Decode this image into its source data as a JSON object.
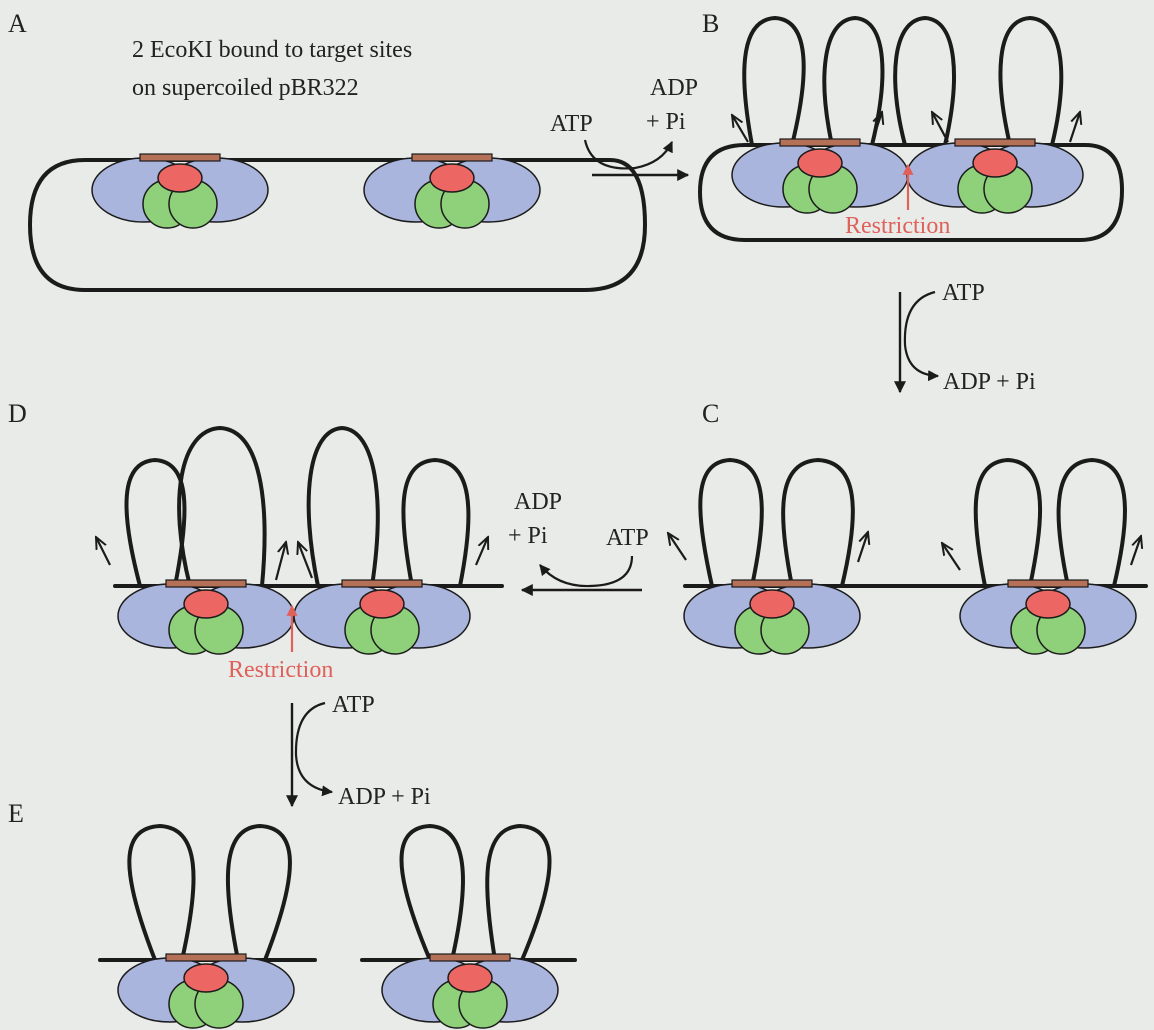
{
  "panels": {
    "A": "A",
    "B": "B",
    "C": "C",
    "D": "D",
    "E": "E"
  },
  "caption_line1": "2 EcoKI bound to target sites",
  "caption_line2": "on supercoiled pBR322",
  "reactions": {
    "ab_atp": "ATP",
    "ab_adp": "ADP",
    "ab_pi": "+ Pi",
    "bc_atp": "ATP",
    "bc_adp": "ADP + Pi",
    "cd_atp": "ATP",
    "cd_adp": "ADP",
    "cd_pi": "+ Pi",
    "de_atp": "ATP",
    "de_adp": "ADP + Pi"
  },
  "restriction_b": "Restriction",
  "restriction_d": "Restriction",
  "colors": {
    "background": "#e9ebe8",
    "dna": "#1b1b1b",
    "subunit_blue": "#a9b5dc",
    "subunit_green": "#8fd07a",
    "subunit_red": "#ec6663",
    "target_bar": "#b57058",
    "restriction_text": "#e0605a"
  }
}
